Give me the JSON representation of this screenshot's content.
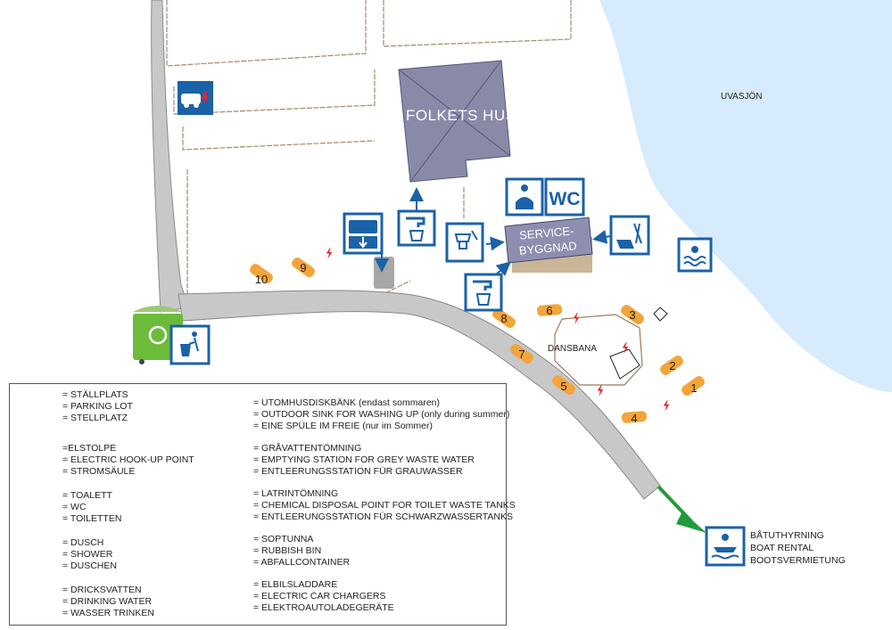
{
  "colors": {
    "lake": "#d6ebfb",
    "road": "#c8c8c8",
    "road_edge": "#8a8a8a",
    "building": "#8a8aa8",
    "service_building": "#8e8fb0",
    "service_base": "#cbb597",
    "icon_blue": "#1b62a8",
    "parking_orange": "#f3a43b",
    "electric_red": "#e8232a",
    "green_arrow": "#1f9b3b",
    "bin_green": "#6dbb3b",
    "plot_line": "#a58a6a"
  },
  "map": {
    "lake_name": "UVASJÖN",
    "building_main": "FOLKETS HUS",
    "service_building": [
      "SERVICE-",
      "BYGGNAD"
    ],
    "dance_floor": "DANSBANA",
    "parking_numbers": [
      "1",
      "2",
      "3",
      "4",
      "5",
      "6",
      "7",
      "8",
      "9",
      "10"
    ],
    "wc_label": "WC"
  },
  "icons": {
    "electric_car": "electric-car-charger-icon",
    "grey_water": "grey-water-emptying-icon",
    "drinking_water": "drinking-water-icon",
    "chemical_disposal": "chemical-disposal-icon",
    "shower": "shower-icon",
    "wc": "wc-icon",
    "outdoor_sink": "outdoor-sink-icon",
    "swimming": "swimming-icon",
    "rubbish_bin": "rubbish-bin-icon",
    "recycling": "recycling-bin-icon",
    "boat_rental": "boat-rental-icon"
  },
  "boat": {
    "lines": [
      "BÅTUTHYRNING",
      "BOAT RENTAL",
      "BOOTSVERMIETUNG"
    ]
  },
  "legend": {
    "parking": [
      "= STÄLLPLATS",
      "= PARKING LOT",
      "= STELLPLATZ"
    ],
    "electric": [
      "=ELSTOLPE",
      "= ELECTRIC HOOK-UP POINT",
      "= STROMSÄULE"
    ],
    "wc": [
      "= TOALETT",
      "= WC",
      "= TOILETTEN"
    ],
    "shower": [
      "= DUSCH",
      "= SHOWER",
      "= DUSCHEN"
    ],
    "water": [
      "= DRICKSVATTEN",
      "= DRINKING WATER",
      "= WASSER TRINKEN"
    ],
    "sink": [
      "= UTOMHUSDISKBÄNK (endast sommaren)",
      "= OUTDOOR SINK FOR WASHING UP (only during summer)",
      "= EINE SPÜLE IM FREIE (nur im Sommer)"
    ],
    "greywater": [
      "= GRÅVATTENTÖMNING",
      "= EMPTYING STATION FOR GREY WASTE WATER",
      "= ENTLEERUNGSSTATION FÜR GRAUWASSER"
    ],
    "chemical": [
      "= LATRINTÖMNING",
      "= CHEMICAL DISPOSAL POINT FOR TOILET WASTE TANKS",
      "= ENTLEERUNGSSTATION FÜR SCHWARZWASSERTANKS"
    ],
    "bin": [
      "= SOPTUNNA",
      "= RUBBISH BIN",
      "= ABFALLCONTAINER"
    ],
    "charger": [
      "= ELBILSLADDARE",
      "= ELECTRIC CAR CHARGERS",
      "= ELEKTROAUTOLADEGERÄTE"
    ]
  }
}
